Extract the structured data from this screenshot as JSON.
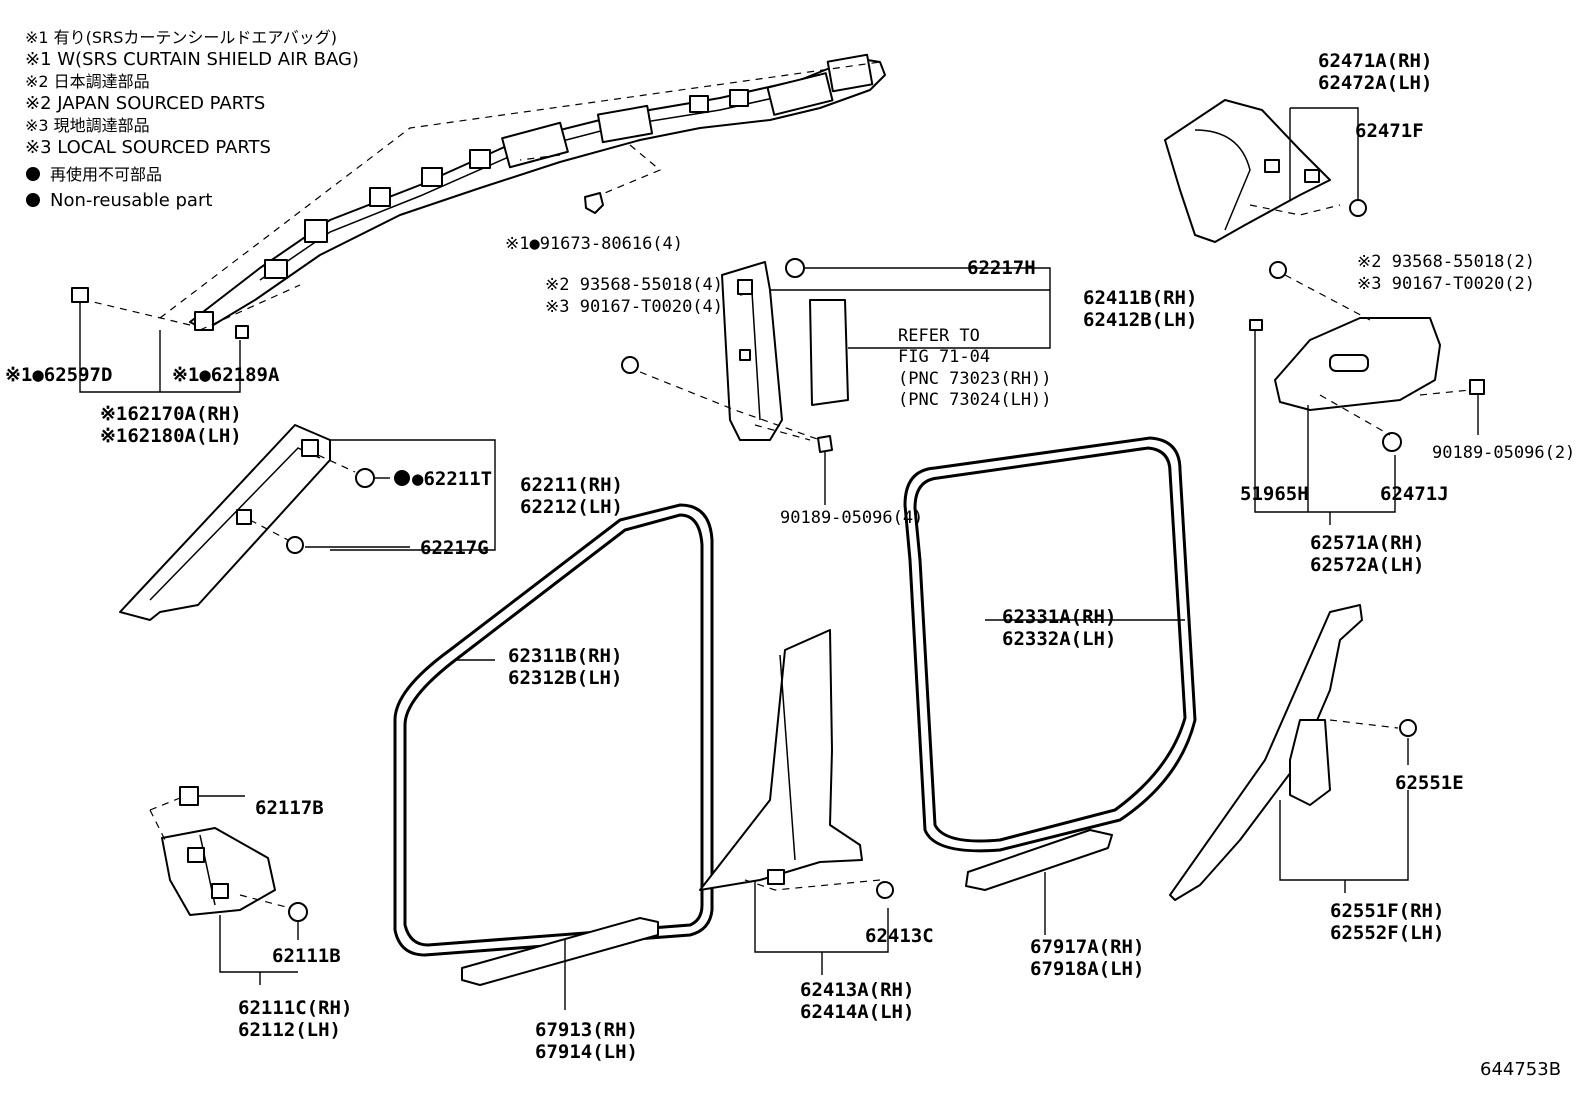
{
  "legend": {
    "l1": "※1 有り(SRSカーテンシールドエアバッグ)",
    "l2": "※1 W(SRS CURTAIN SHIELD AIR BAG)",
    "l3": "※2 日本調達部品",
    "l4": "※2 JAPAN SOURCED PARTS",
    "l5": "※3 現地調達部品",
    "l6": "※3 LOCAL SOURCED PARTS",
    "l7": "再使用不可部品",
    "l8": "Non-reusable part"
  },
  "labels": {
    "p62597D": "※1●62597D",
    "p62189A": "※1●62189A",
    "p62170A": "※162170A(RH)",
    "p62180A": "※162180A(LH)",
    "p91673": "※1●91673-80616(4)",
    "p93568_4": "※2 93568-55018(4)",
    "p90167_4": "※3 90167-T0020(4)",
    "p62217H": "62217H",
    "p62411B": "62411B(RH)",
    "p62412B": "62412B(LH)",
    "refer1": "REFER TO",
    "refer2": "FIG 71-04",
    "refer3": "(PNC 73023(RH))",
    "refer4": "(PNC 73024(LH))",
    "p90189_4": "90189-05096(4)",
    "p62211T": "●62211T",
    "p62211": "62211(RH)",
    "p62212": "62212(LH)",
    "p62217G": "62217G",
    "p62311B": "62311B(RH)",
    "p62312B": "62312B(LH)",
    "p62331A": "62331A(RH)",
    "p62332A": "62332A(LH)",
    "p62117B": "62117B",
    "p62111B": "62111B",
    "p62111C": "62111C(RH)",
    "p62112": "62112(LH)",
    "p67913": "67913(RH)",
    "p67914": "67914(LH)",
    "p62413C": "62413C",
    "p62413A": "62413A(RH)",
    "p62414A": "62414A(LH)",
    "p67917A": "67917A(RH)",
    "p67918A": "67918A(LH)",
    "p62471A": "62471A(RH)",
    "p62472A": "62472A(LH)",
    "p62471F": "62471F",
    "p93568_2": "※2 93568-55018(2)",
    "p90167_2": "※3 90167-T0020(2)",
    "p90189_2": "90189-05096(2)",
    "p51965H": "51965H",
    "p62471J": "62471J",
    "p62571A": "62571A(RH)",
    "p62572A": "62572A(LH)",
    "p62551E": "62551E",
    "p62551F": "62551F(RH)",
    "p62552F": "62552F(LH)",
    "figno": "644753B"
  }
}
